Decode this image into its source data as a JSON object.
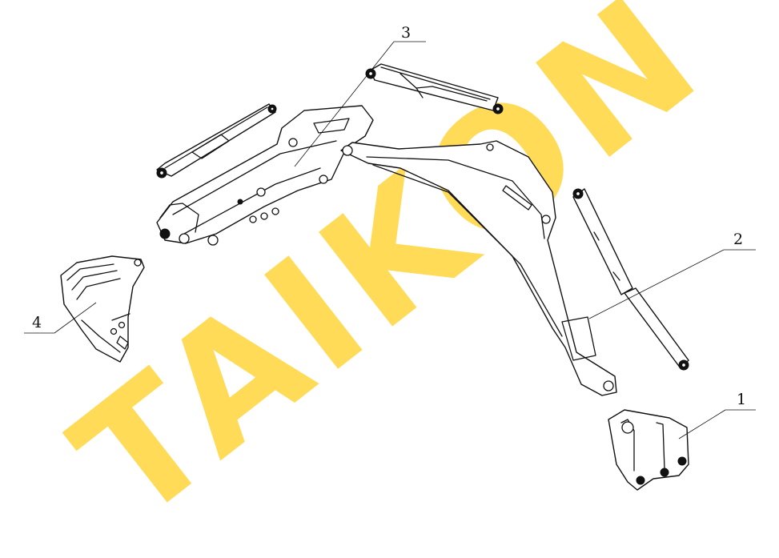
{
  "watermark": {
    "text": "TAIKON",
    "color": "#ffd84a"
  },
  "callouts": [
    {
      "id": "1",
      "label": "1",
      "part": "mounting-bracket"
    },
    {
      "id": "2",
      "label": "2",
      "part": "boom"
    },
    {
      "id": "3",
      "label": "3",
      "part": "arm"
    },
    {
      "id": "4",
      "label": "4",
      "part": "bucket"
    }
  ]
}
